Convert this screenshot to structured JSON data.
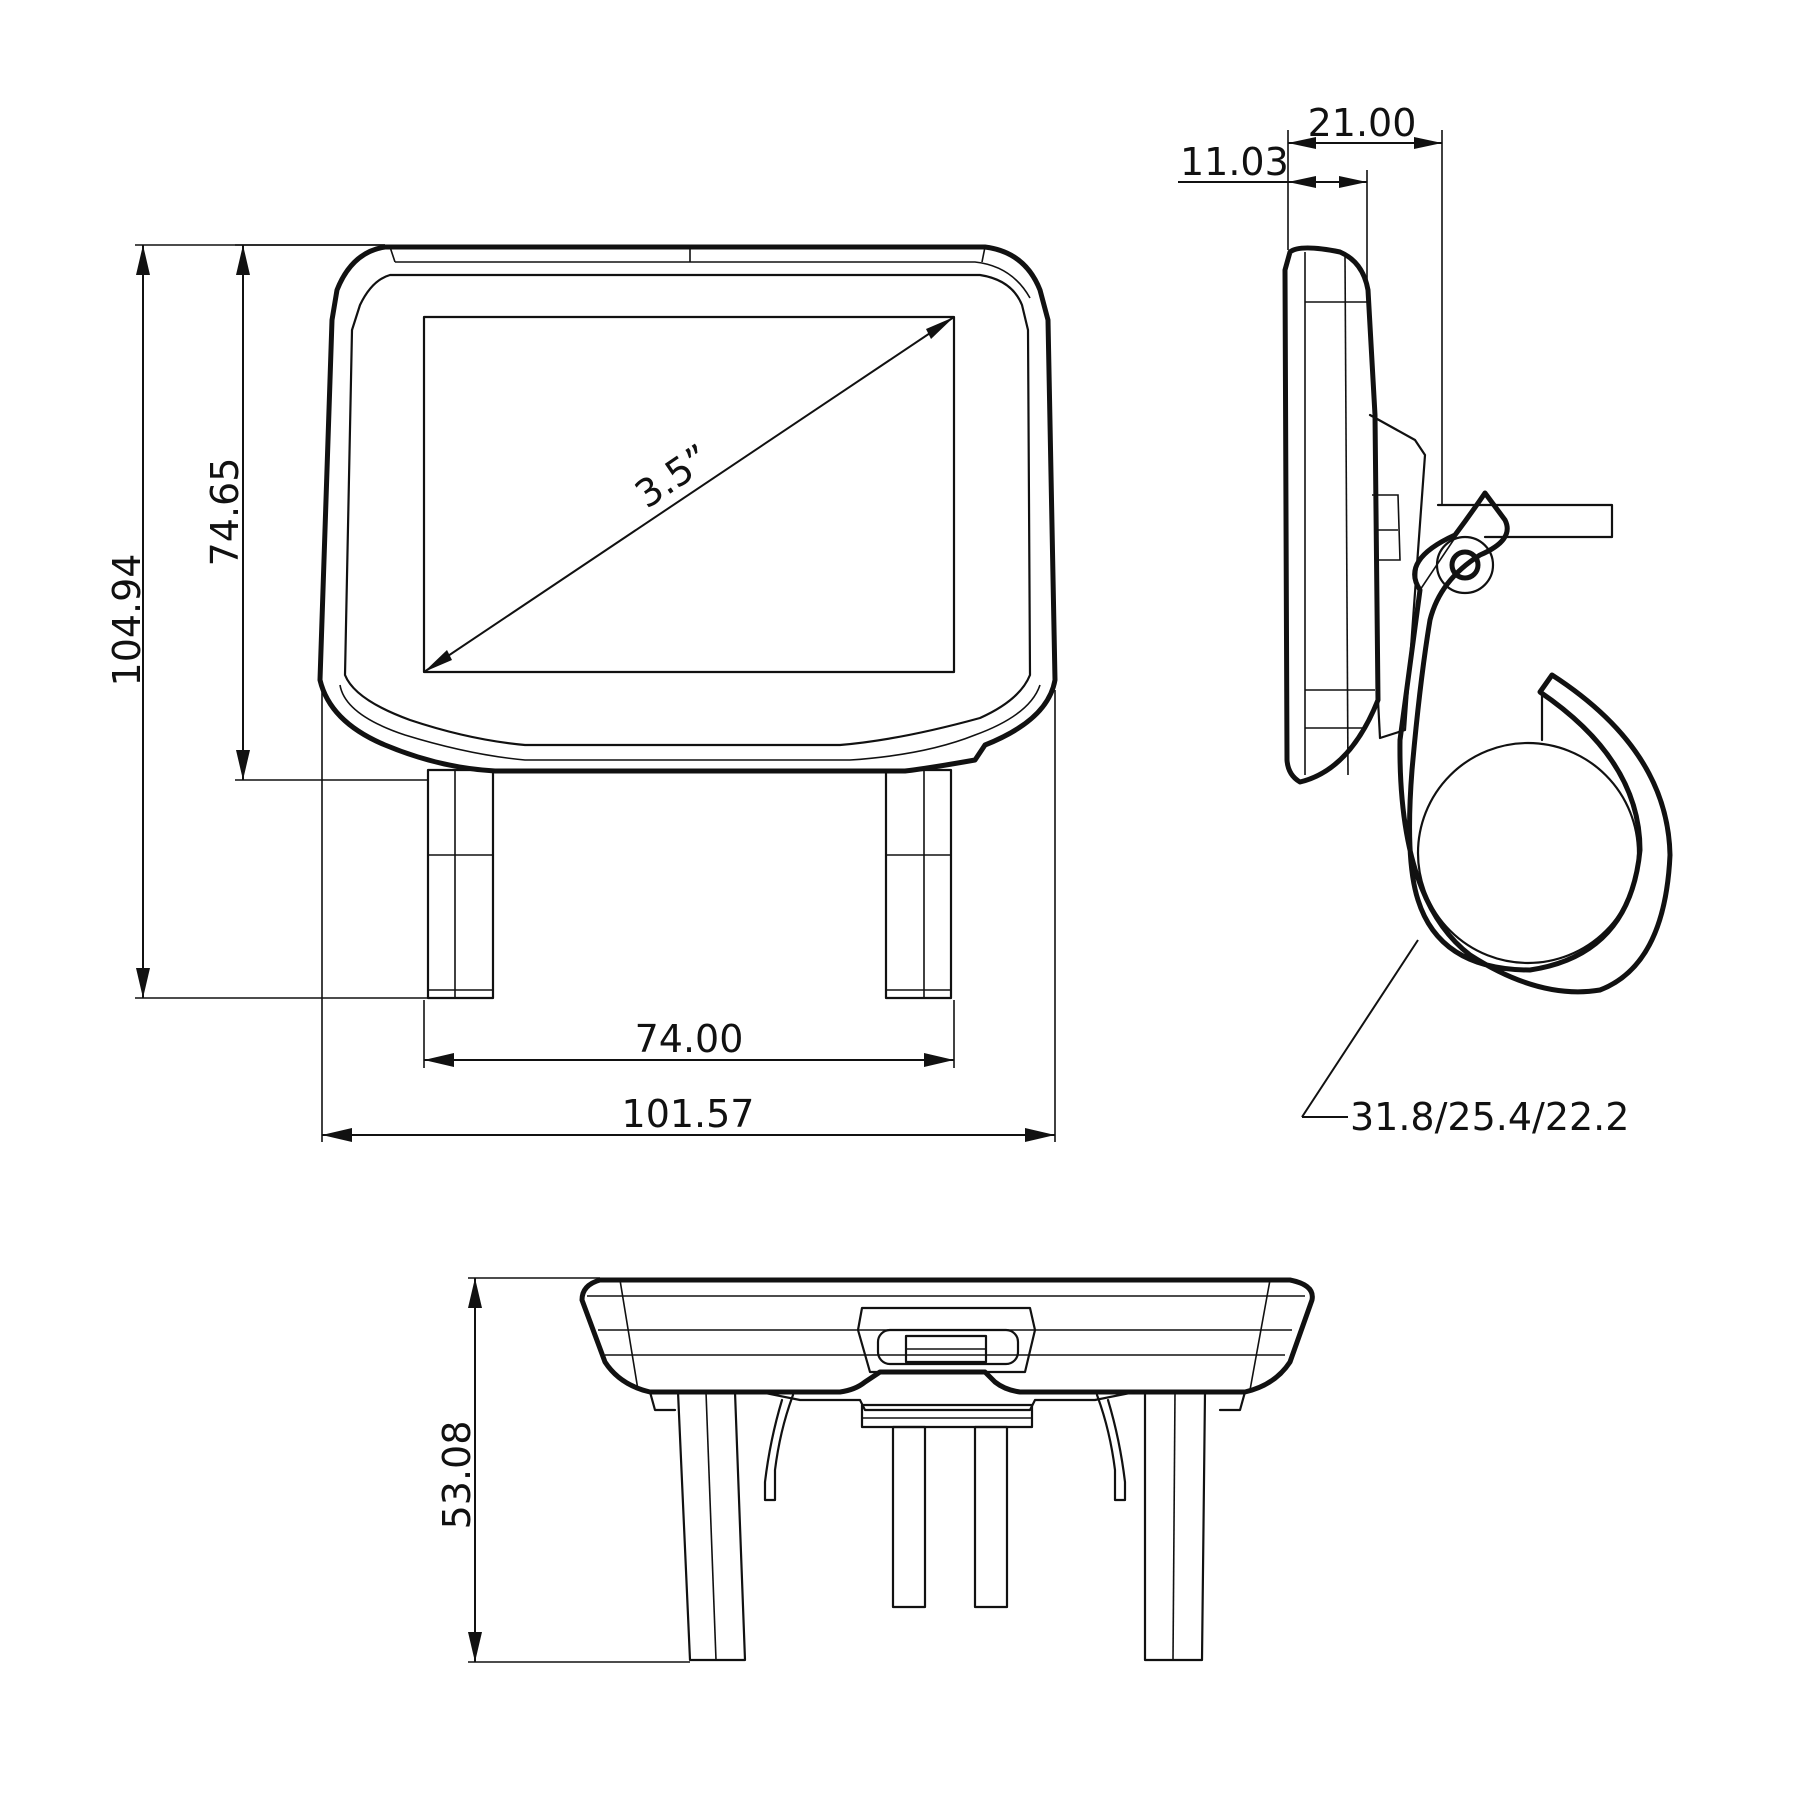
{
  "diagram": {
    "front_view": {
      "screen_size_label": "3.5”",
      "dim_total_height": "104.94",
      "dim_body_height": "74.65",
      "dim_leg_span": "74.00",
      "dim_total_width": "101.57"
    },
    "side_view": {
      "dim_depth_total": "21.00",
      "dim_depth_body": "11.03",
      "clamp_sizes": "31.8/25.4/22.2"
    },
    "bottom_view": {
      "dim_height": "53.08"
    }
  }
}
